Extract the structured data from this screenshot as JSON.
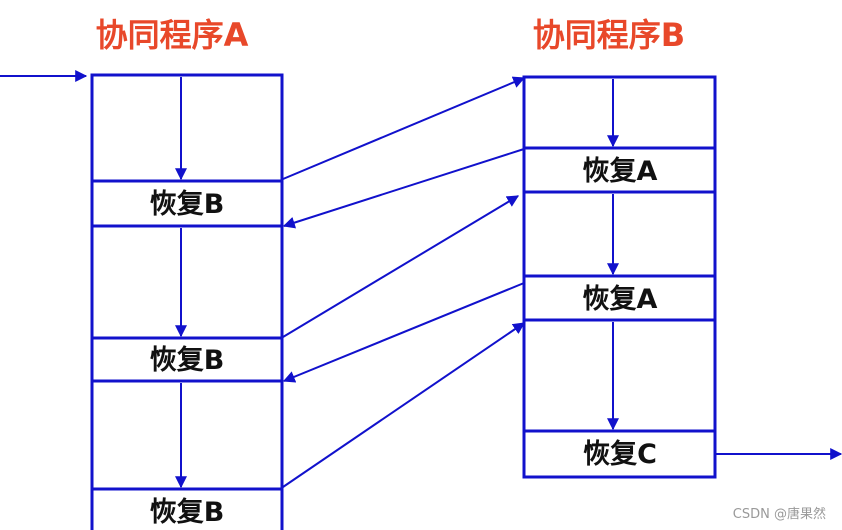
{
  "colors": {
    "stroke": "#1111cc",
    "title": "#e8482a",
    "label": "#111111",
    "watermark": "#999999"
  },
  "left": {
    "title": "协同程序A",
    "labels": [
      "恢复B",
      "恢复B",
      "恢复B"
    ]
  },
  "right": {
    "title": "协同程序B",
    "labels": [
      "恢复A",
      "恢复A",
      "恢复C"
    ]
  },
  "watermark": "CSDN @唐果然"
}
